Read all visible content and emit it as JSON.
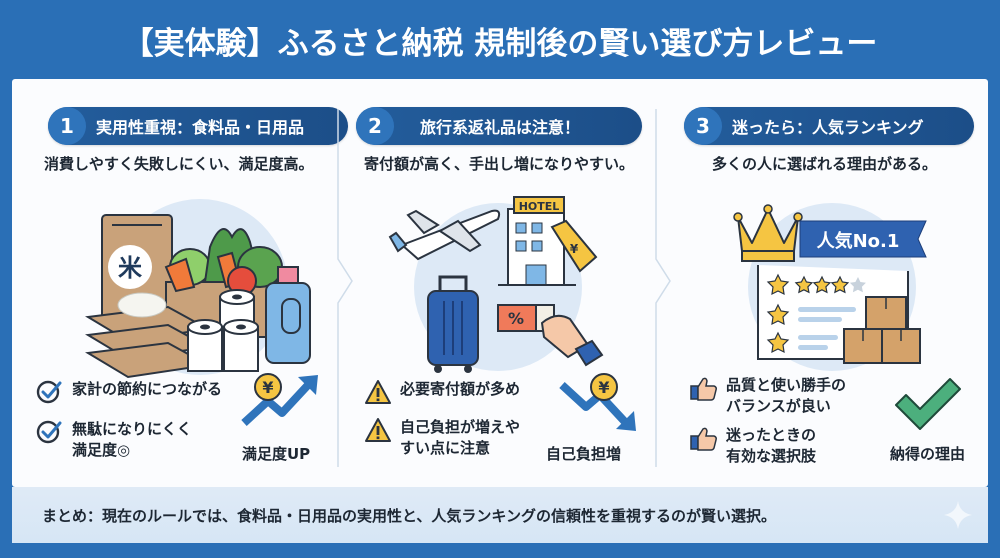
{
  "header": {
    "title": "【実体験】ふるさと納税 規制後の賢い選び方レビュー"
  },
  "panels": [
    {
      "number": "1",
      "heading": "実用性重視：食料品・日用品",
      "subtitle": "消費しやすく失敗しにくい、満足度高。",
      "illustration": "groceries-rice-vegetables-toilet-paper-detergent",
      "rice_label": "米",
      "bullets": [
        {
          "icon": "check-circle-icon",
          "lines": [
            "家計の節約につながる"
          ]
        },
        {
          "icon": "check-circle-icon",
          "lines": [
            "無駄になりにくく",
            "満足度◎"
          ]
        }
      ],
      "side_graphic": "yen-arrow-up",
      "side_symbol": "¥",
      "side_label": "満足度UP"
    },
    {
      "number": "2",
      "heading": "旅行系返礼品は注意！",
      "subtitle": "寄付額が高く、手出し増になりやすい。",
      "illustration": "travel-plane-hotel-suitcase-ticket",
      "hotel_label": "HOTEL",
      "ticket_symbol": "%",
      "tag_symbol": "¥",
      "bullets": [
        {
          "icon": "warning-icon",
          "lines": [
            "必要寄付額が多め"
          ]
        },
        {
          "icon": "warning-icon",
          "lines": [
            "自己負担が増えや",
            "すい点に注意"
          ]
        }
      ],
      "side_graphic": "yen-arrow-down",
      "side_symbol": "¥",
      "side_label": "自己負担増"
    },
    {
      "number": "3",
      "heading": "迷ったら：人気ランキング",
      "subtitle": "多くの人に選ばれる理由がある。",
      "illustration": "ranking-crown-stars-boxes",
      "banner_label": "人気No.1",
      "bullets": [
        {
          "icon": "thumbs-up-icon",
          "lines": [
            "品質と使い勝手の",
            "バランスが良い"
          ]
        },
        {
          "icon": "thumbs-up-icon",
          "lines": [
            "迷ったときの",
            "有効な選択肢"
          ]
        }
      ],
      "side_graphic": "green-checkmark",
      "side_label": "納得の理由"
    }
  ],
  "summary": {
    "text": "まとめ：現在のルールでは、食料品・日用品の実用性と、人気ランキングの信頼性を重視するのが賢い選択。"
  },
  "colors": {
    "background": "#2a6fb6",
    "pill": "#1c4e88",
    "pill_number": "#2f74bb",
    "accent_yellow": "#f5c542",
    "check_green": "#4caf7d",
    "summary_bg": "#dceaf6"
  }
}
